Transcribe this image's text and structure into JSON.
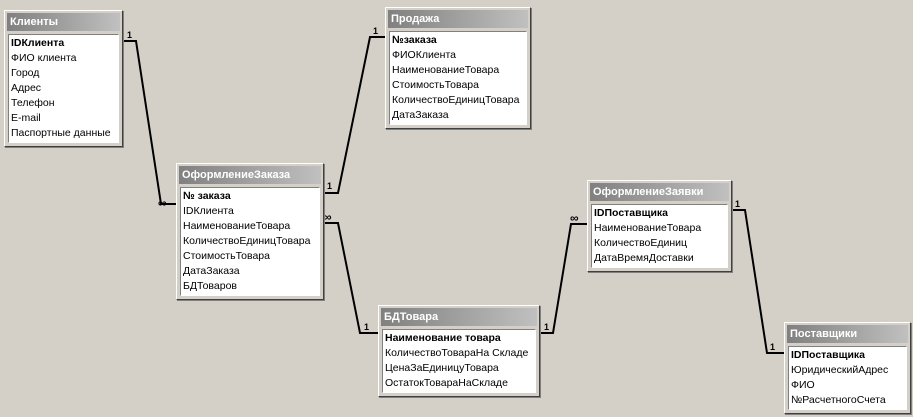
{
  "tables": [
    {
      "id": "klienty",
      "title": "Клиенты",
      "fields": [
        {
          "name": "IDКлиента",
          "key": true
        },
        {
          "name": "ФИО клиента",
          "key": false
        },
        {
          "name": "Город",
          "key": false
        },
        {
          "name": "Адрес",
          "key": false
        },
        {
          "name": "Телефон",
          "key": false
        },
        {
          "name": "E-mail",
          "key": false
        },
        {
          "name": "Паспортные данные",
          "key": false
        }
      ]
    },
    {
      "id": "prodazha",
      "title": "Продажа",
      "fields": [
        {
          "name": "№заказа",
          "key": true
        },
        {
          "name": "ФИОКлиента",
          "key": false
        },
        {
          "name": "НаименованиеТовара",
          "key": false
        },
        {
          "name": "СтоимостьТовара",
          "key": false
        },
        {
          "name": "КоличествоЕдиницТовара",
          "key": false
        },
        {
          "name": "ДатаЗаказа",
          "key": false
        }
      ]
    },
    {
      "id": "oformlenie-zakaza",
      "title": "ОформлениеЗаказа",
      "fields": [
        {
          "name": "№ заказа",
          "key": true
        },
        {
          "name": "IDКлиента",
          "key": false
        },
        {
          "name": "НаименованиеТовара",
          "key": false
        },
        {
          "name": "КоличествоЕдиницТовара",
          "key": false
        },
        {
          "name": "СтоимостьТовара",
          "key": false
        },
        {
          "name": "ДатаЗаказа",
          "key": false
        },
        {
          "name": "БДТоваров",
          "key": false
        }
      ]
    },
    {
      "id": "oformlenie-zayavki",
      "title": "ОформлениеЗаявки",
      "fields": [
        {
          "name": "IDПоставщика",
          "key": true
        },
        {
          "name": "НаименованиеТовара",
          "key": false
        },
        {
          "name": "КоличествоЕдиниц",
          "key": false
        },
        {
          "name": "ДатаВремяДоставки",
          "key": false
        }
      ]
    },
    {
      "id": "bdtovara",
      "title": "БДТовара",
      "fields": [
        {
          "name": "Наименование товара",
          "key": true
        },
        {
          "name": "КоличествоТовараНа Складе",
          "key": false
        },
        {
          "name": "ЦенаЗаЕдиницуТовара",
          "key": false
        },
        {
          "name": "ОстатокТовараНаСкладе",
          "key": false
        }
      ]
    },
    {
      "id": "postavshchiki",
      "title": "Поставщики",
      "fields": [
        {
          "name": "IDПоставщика",
          "key": true
        },
        {
          "name": "ЮридическийАдрес",
          "key": false
        },
        {
          "name": "ФИО",
          "key": false
        },
        {
          "name": "№РасчетногоСчета",
          "key": false
        }
      ]
    }
  ],
  "relationships": [
    {
      "id": "klienty-to-oformlenie-zakaza",
      "from": "klienty",
      "to": "oformlenie-zakaza",
      "from_label": "1",
      "to_label": "∞"
    },
    {
      "id": "oformlenie-zakaza-to-prodazha",
      "from": "oformlenie-zakaza",
      "to": "prodazha",
      "from_label": "1",
      "to_label": "1"
    },
    {
      "id": "oformlenie-zakaza-to-bdtovara",
      "from": "oformlenie-zakaza",
      "to": "bdtovara",
      "from_label": "∞",
      "to_label": "1"
    },
    {
      "id": "bdtovara-to-oformlenie-zayavki",
      "from": "bdtovara",
      "to": "oformlenie-zayavki",
      "from_label": "1",
      "to_label": "∞"
    },
    {
      "id": "oformlenie-zayavki-to-postavshchiki",
      "from": "oformlenie-zayavki",
      "to": "postavshchiki",
      "from_label": "1",
      "to_label": "1"
    }
  ]
}
